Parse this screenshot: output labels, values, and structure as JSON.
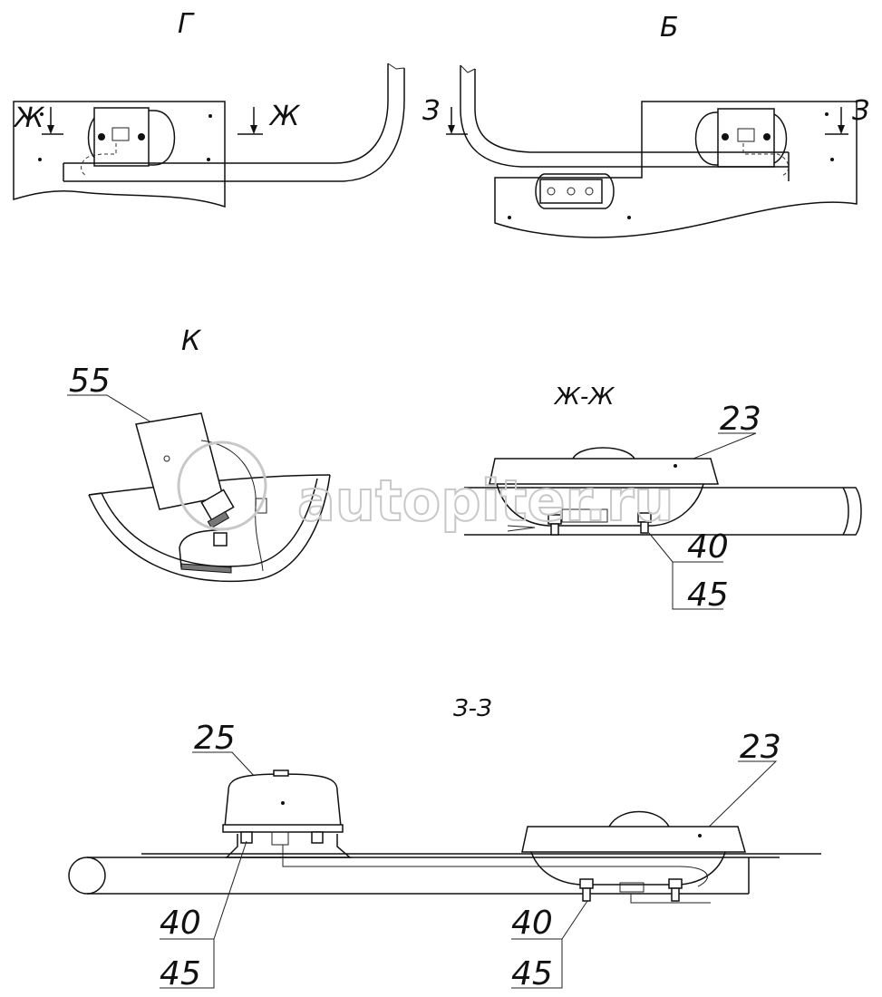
{
  "views": {
    "g": "Г",
    "b": "Б",
    "k": "К",
    "zh_zh": "Ж-Ж",
    "z_z": "З-З"
  },
  "section_marks": {
    "zh": "Ж",
    "z": "З"
  },
  "callouts": {
    "n55": "55",
    "n23": "23",
    "n25": "25",
    "n40": "40",
    "n45": "45"
  },
  "watermark": "autopiter.ru"
}
